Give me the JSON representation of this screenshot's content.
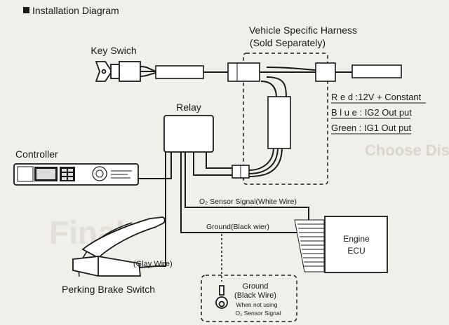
{
  "title": "Installation Diagram",
  "labels": {
    "key_switch": "Key Swich",
    "harness_line1": "Vehicle Specific Harness",
    "harness_line2": "(Sold Separately)",
    "relay": "Relay",
    "controller": "Controller",
    "red_wire": "R e d :12V + Constant",
    "blue_wire": "B l u e : IG2 Out put",
    "green_wire": "Green : IG1 Out put",
    "o2_signal": "O₂ Sensor Signal(White Wire)",
    "ground_black": "Ground(Black wier)",
    "glay_wire": "(Glay Wire)",
    "engine_ecu_line1": "Engine",
    "engine_ecu_line2": "ECU",
    "brake_switch": "Perking Brake Switch",
    "ground_optional_line1": "Ground",
    "ground_optional_line2": "(Black Wire)",
    "ground_optional_line3": "When not using",
    "ground_optional_line4": "O₂ Sensor Signal"
  },
  "colors": {
    "background": "#f1efe9",
    "ink": "#1a1a1a",
    "fill": "#ffffff"
  }
}
